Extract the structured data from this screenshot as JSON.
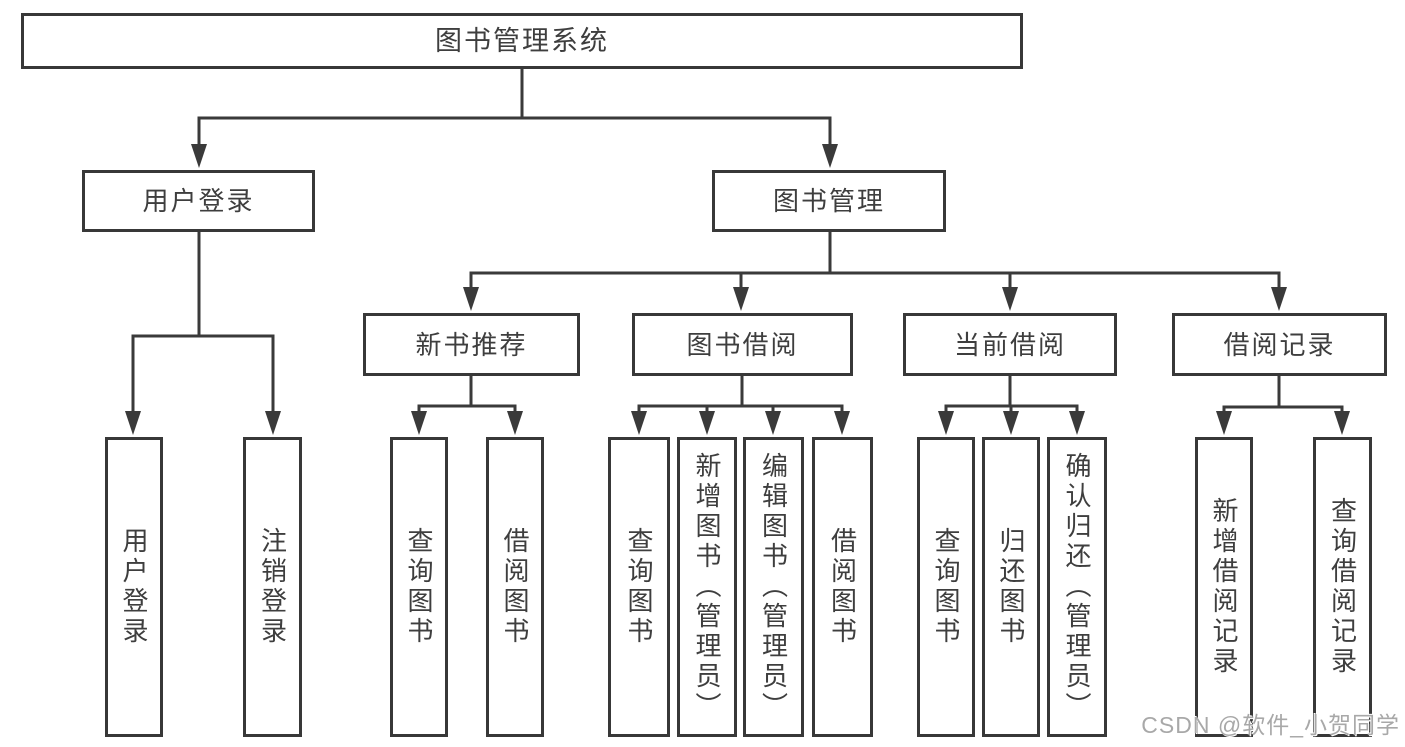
{
  "meta": {
    "background_color": "#ffffff",
    "line_color": "#3a3a3a",
    "box_border_color": "#383838",
    "text_color": "#3e3e3e",
    "watermark_color": "#a8a8a8"
  },
  "diagram": {
    "root": {
      "label": "图书管理系统",
      "children": [
        {
          "label": "用户登录",
          "children": [
            {
              "label": "用户登录"
            },
            {
              "label": "注销登录"
            }
          ]
        },
        {
          "label": "图书管理",
          "children": [
            {
              "label": "新书推荐",
              "children": [
                {
                  "label": "查询图书"
                },
                {
                  "label": "借阅图书"
                }
              ]
            },
            {
              "label": "图书借阅",
              "children": [
                {
                  "label": "查询图书"
                },
                {
                  "label": "新增图书（管理员）"
                },
                {
                  "label": "编辑图书（管理员）"
                },
                {
                  "label": "借阅图书"
                }
              ]
            },
            {
              "label": "当前借阅",
              "children": [
                {
                  "label": "查询图书"
                },
                {
                  "label": "归还图书"
                },
                {
                  "label": "确认归还（管理员）"
                }
              ]
            },
            {
              "label": "借阅记录",
              "children": [
                {
                  "label": "新增借阅记录"
                },
                {
                  "label": "查询借阅记录"
                }
              ]
            }
          ]
        }
      ]
    }
  },
  "watermark": {
    "text": "CSDN @软件_小贺同学"
  }
}
